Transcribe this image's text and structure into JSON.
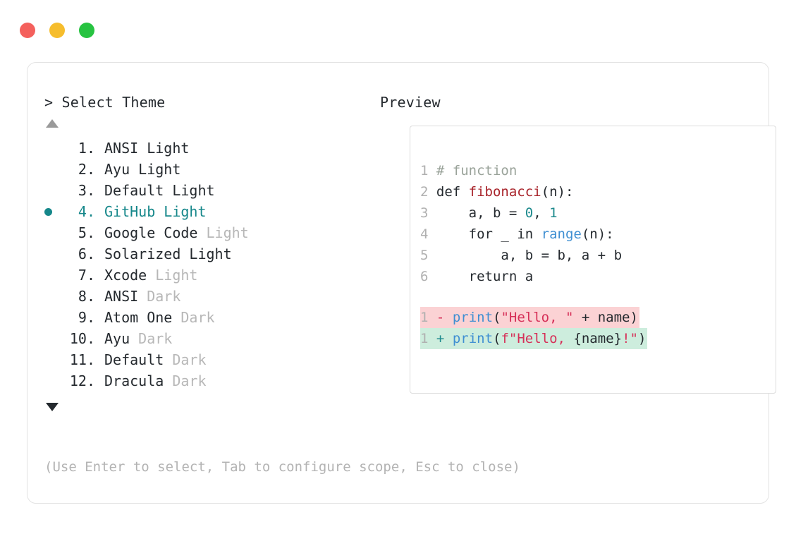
{
  "window": {
    "dots": [
      {
        "name": "close",
        "color": "#f4605c"
      },
      {
        "name": "minimize",
        "color": "#f6bd2d"
      },
      {
        "name": "maximize",
        "color": "#27c341"
      }
    ]
  },
  "left": {
    "title": "> Select Theme",
    "scroll_up_icon": "triangle-up-icon",
    "scroll_down_icon": "triangle-down-icon",
    "selected_index": 4,
    "selected_color": "#15878a",
    "items": [
      {
        "index": "1.",
        "name": "ANSI",
        "variant": " Light",
        "dim": false,
        "selected": false
      },
      {
        "index": "2.",
        "name": "Ayu",
        "variant": " Light",
        "dim": false,
        "selected": false
      },
      {
        "index": "3.",
        "name": "Default",
        "variant": " Light",
        "dim": false,
        "selected": false
      },
      {
        "index": "4.",
        "name": "GitHub",
        "variant": " Light",
        "dim": false,
        "selected": true
      },
      {
        "index": "5.",
        "name": "Google Code",
        "variant": " Light",
        "dim": true,
        "selected": false
      },
      {
        "index": "6.",
        "name": "Solarized",
        "variant": " Light",
        "dim": false,
        "selected": false
      },
      {
        "index": "7.",
        "name": "Xcode",
        "variant": " Light",
        "dim": true,
        "selected": false
      },
      {
        "index": "8.",
        "name": "ANSI",
        "variant": " Dark",
        "dim": true,
        "selected": false
      },
      {
        "index": "9.",
        "name": "Atom One",
        "variant": " Dark",
        "dim": true,
        "selected": false
      },
      {
        "index": "10.",
        "name": "Ayu",
        "variant": " Dark",
        "dim": true,
        "selected": false
      },
      {
        "index": "11.",
        "name": "Default",
        "variant": " Dark",
        "dim": true,
        "selected": false
      },
      {
        "index": "12.",
        "name": "Dracula",
        "variant": " Dark",
        "dim": true,
        "selected": false
      }
    ]
  },
  "right": {
    "title": "Preview",
    "code": {
      "lines": [
        {
          "ln": "1",
          "tokens": [
            {
              "t": "# function",
              "c": "c-comment"
            }
          ]
        },
        {
          "ln": "2",
          "tokens": [
            {
              "t": "def ",
              "c": "c-kw"
            },
            {
              "t": "fibonacci",
              "c": "c-fn"
            },
            {
              "t": "(n):",
              "c": "c-punct"
            }
          ]
        },
        {
          "ln": "3",
          "tokens": [
            {
              "t": "    a, b = ",
              "c": "c-plain"
            },
            {
              "t": "0",
              "c": "c-num"
            },
            {
              "t": ", ",
              "c": "c-plain"
            },
            {
              "t": "1",
              "c": "c-num"
            }
          ]
        },
        {
          "ln": "4",
          "tokens": [
            {
              "t": "    for _ in ",
              "c": "c-plain"
            },
            {
              "t": "range",
              "c": "c-builtin"
            },
            {
              "t": "(n):",
              "c": "c-punct"
            }
          ]
        },
        {
          "ln": "5",
          "tokens": [
            {
              "t": "        a, b = b, a + b",
              "c": "c-plain"
            }
          ]
        },
        {
          "ln": "6",
          "tokens": [
            {
              "t": "    return a",
              "c": "c-plain"
            }
          ]
        }
      ]
    },
    "diff": {
      "removed": {
        "ln": "1",
        "sign": "-",
        "tokens": [
          {
            "t": "print",
            "c": "c-builtin"
          },
          {
            "t": "(",
            "c": "c-punct"
          },
          {
            "t": "\"Hello, \"",
            "c": "c-str"
          },
          {
            "t": " + name)",
            "c": "c-plain"
          }
        ],
        "background": "#fbd2d4"
      },
      "added": {
        "ln": "1",
        "sign": "+",
        "tokens": [
          {
            "t": "print",
            "c": "c-builtin"
          },
          {
            "t": "(",
            "c": "c-punct"
          },
          {
            "t": "f\"Hello, ",
            "c": "c-str"
          },
          {
            "t": "{name}",
            "c": "c-plain"
          },
          {
            "t": "!\"",
            "c": "c-str"
          },
          {
            "t": ")",
            "c": "c-punct"
          }
        ],
        "background": "#cdeddd"
      }
    }
  },
  "footer": {
    "hint": "(Use Enter to select, Tab to configure scope, Esc to close)"
  }
}
